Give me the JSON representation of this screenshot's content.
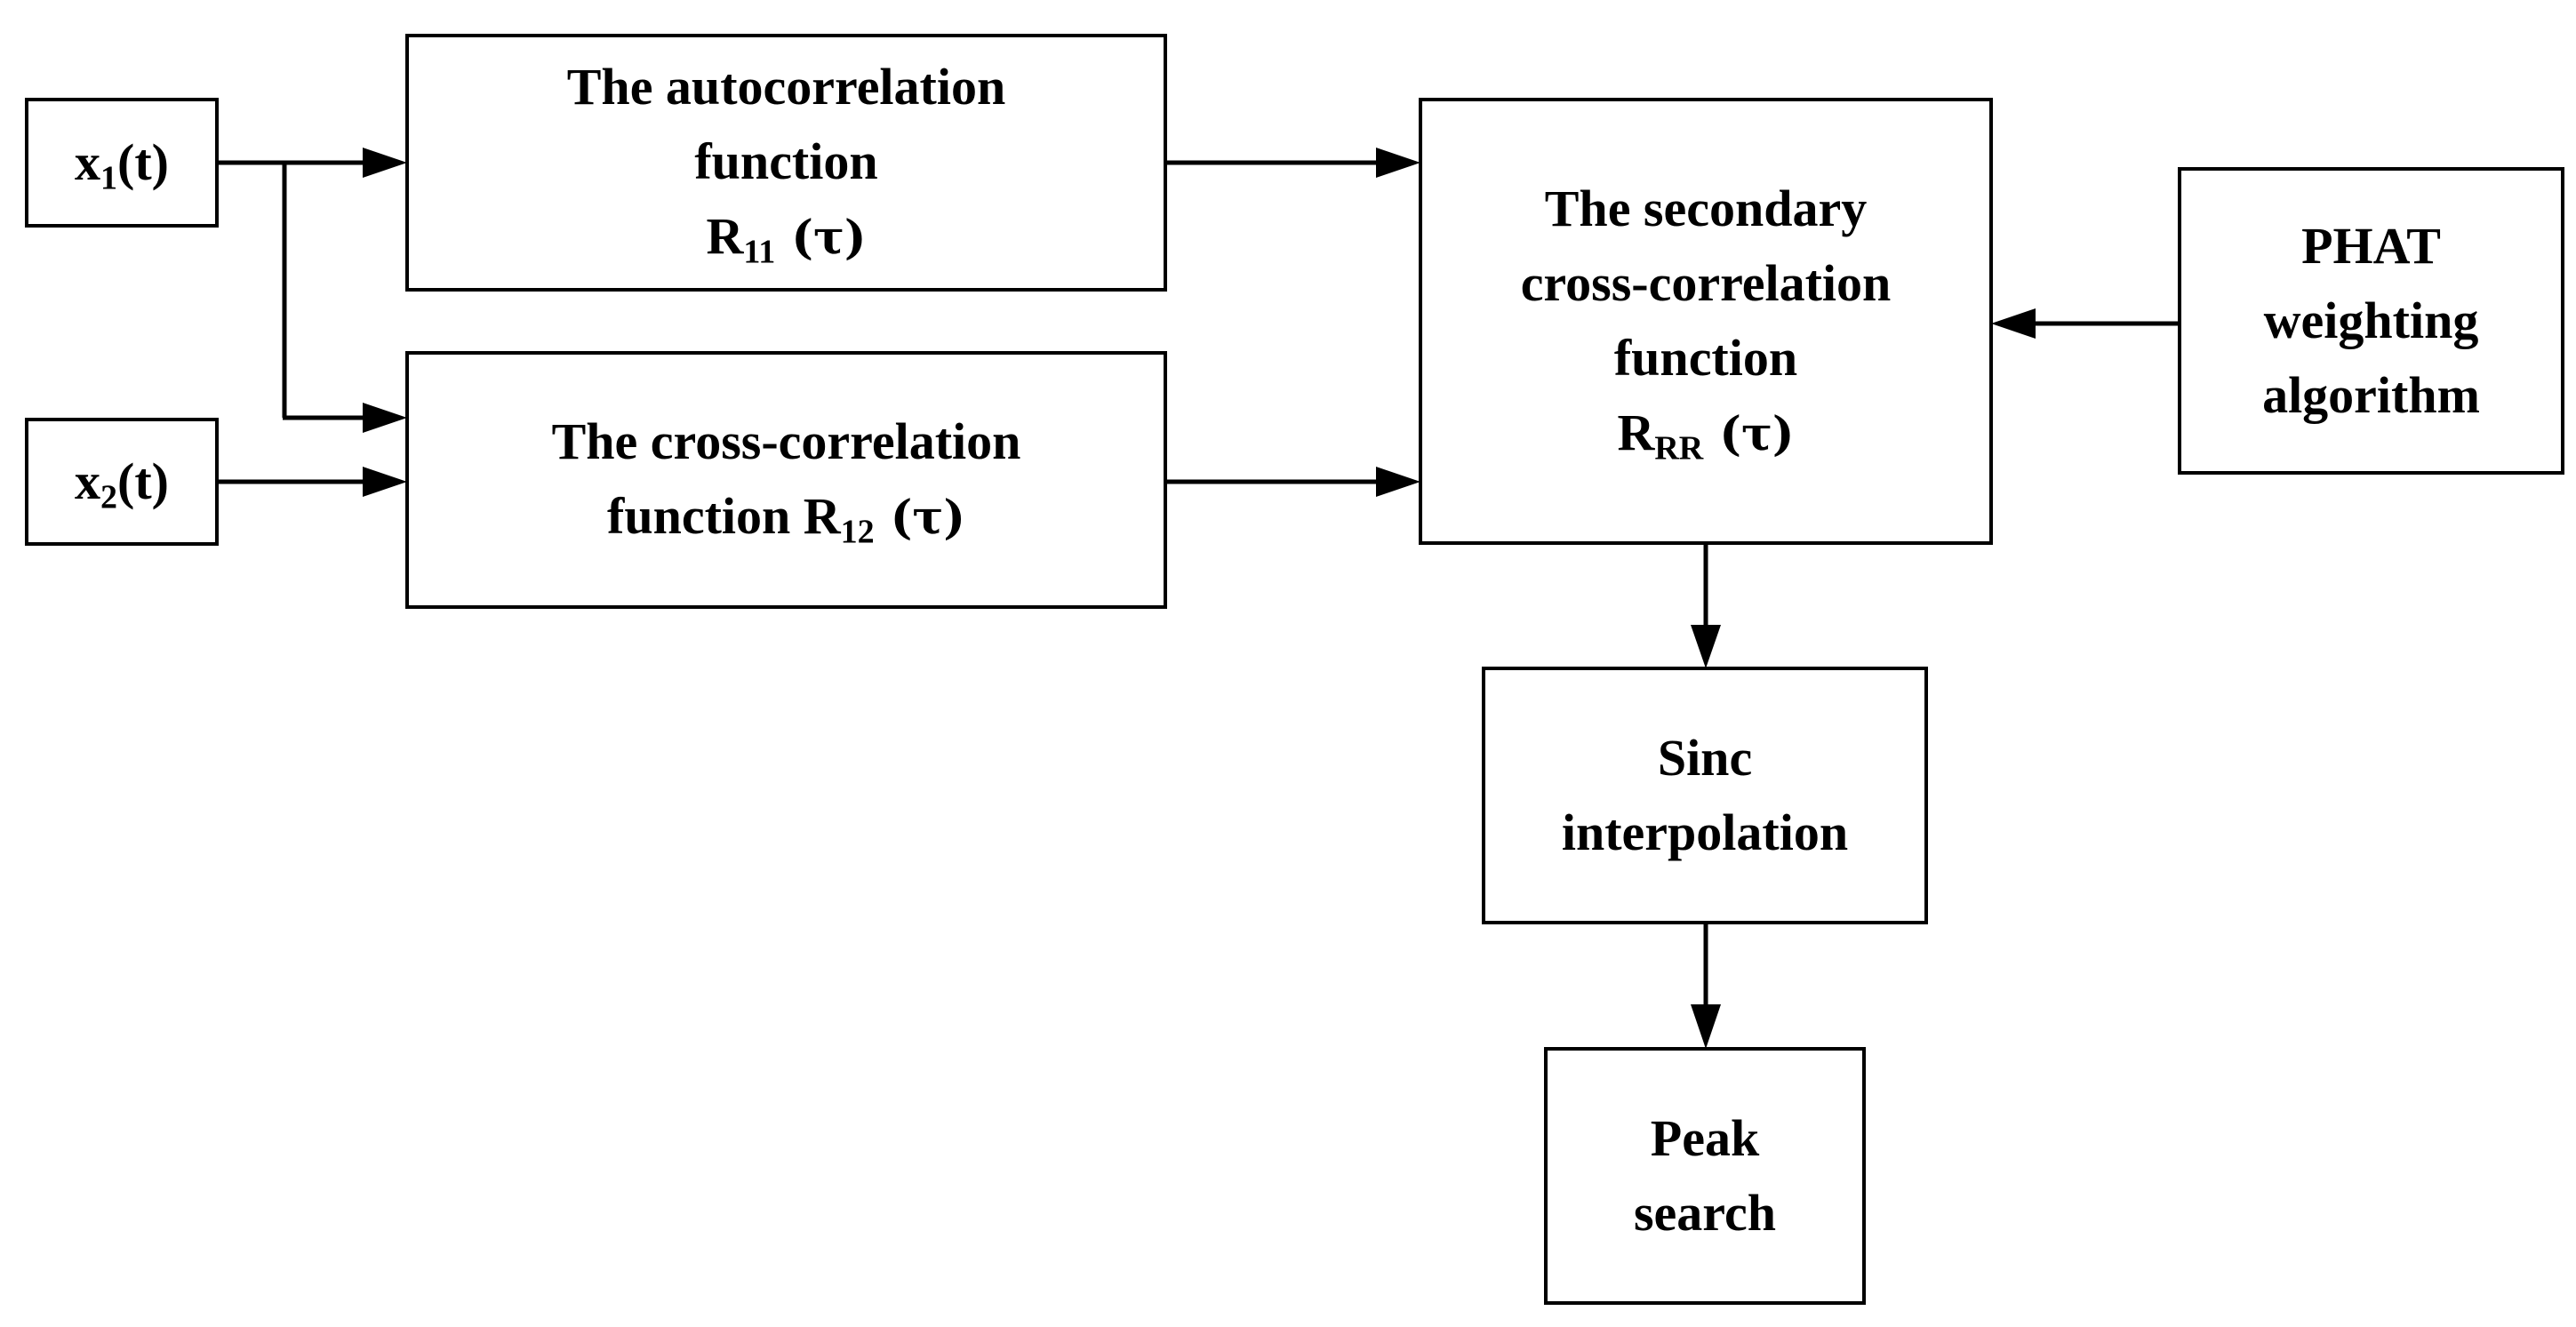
{
  "blocks": {
    "x1": {
      "main": "x",
      "sub": "1",
      "tail": "(t)"
    },
    "x2": {
      "main": "x",
      "sub": "2",
      "tail": "(t)"
    },
    "autocorr": {
      "line1": "The autocorrelation",
      "line2": "function",
      "line3_main": "R",
      "line3_sub": "11",
      "line3_tail": " (τ)"
    },
    "crosscorr": {
      "line1": "The cross-correlation",
      "line2_pre": "function R",
      "line2_sub": "12",
      "line2_tail": " (τ)"
    },
    "secondary": {
      "line1": "The secondary",
      "line2": "cross-correlation",
      "line3": "function",
      "line4_main": "R",
      "line4_sub": "RR",
      "line4_tail": " (τ)"
    },
    "phat": {
      "line1": "PHAT",
      "line2": "weighting",
      "line3": "algorithm"
    },
    "sinc": {
      "line1": "Sinc",
      "line2": "interpolation"
    },
    "peak": {
      "line1": "Peak",
      "line2": "search"
    }
  },
  "connections": [
    {
      "from": "x1",
      "to": "autocorr"
    },
    {
      "from": "x1",
      "to": "crosscorr"
    },
    {
      "from": "x2",
      "to": "crosscorr"
    },
    {
      "from": "autocorr",
      "to": "secondary"
    },
    {
      "from": "crosscorr",
      "to": "secondary"
    },
    {
      "from": "phat",
      "to": "secondary"
    },
    {
      "from": "secondary",
      "to": "sinc"
    },
    {
      "from": "sinc",
      "to": "peak"
    }
  ]
}
